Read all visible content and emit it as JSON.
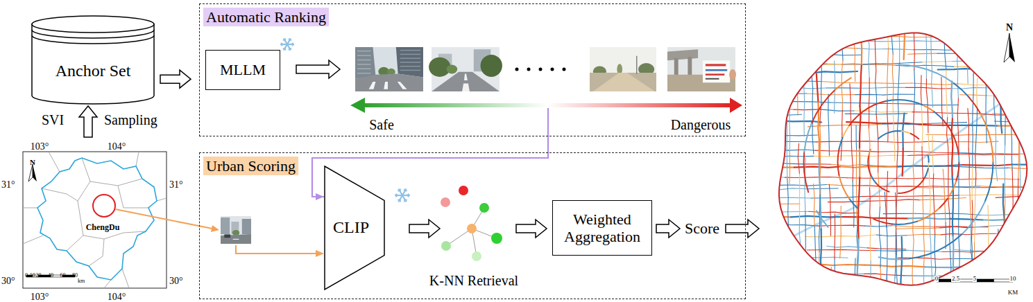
{
  "diagram": {
    "nodes": [
      {
        "text": [
          "Anchor Set"
        ]
      },
      {
        "text": [
          "Automatic Ranking"
        ]
      },
      {
        "text": [
          "MLLM"
        ],
        "in": 1
      },
      {
        "text": [
          "Urban Scoring"
        ]
      },
      {
        "text": [
          "CLIP"
        ],
        "in": 3
      },
      {
        "text": [
          "Weighted Aggregation"
        ],
        "in": 3
      }
    ],
    "edges": [
      {
        "from": 0,
        "to": 1,
        "arrow": "to"
      },
      {
        "from": 1,
        "to": 4,
        "arrow": "to"
      }
    ],
    "labels": [
      "SVI",
      "Sampling",
      "103°",
      "104°",
      "31°",
      "31°",
      "30°",
      "30°",
      "103°",
      "104°",
      "N",
      "ChengDu",
      "0",
      "10",
      "20",
      "40",
      "60",
      "80",
      "km",
      "Safe",
      "Dangerous",
      "K-NN Retrieval",
      "Score",
      "N",
      "0",
      "2.5",
      "5",
      "10",
      "KM"
    ]
  }
}
